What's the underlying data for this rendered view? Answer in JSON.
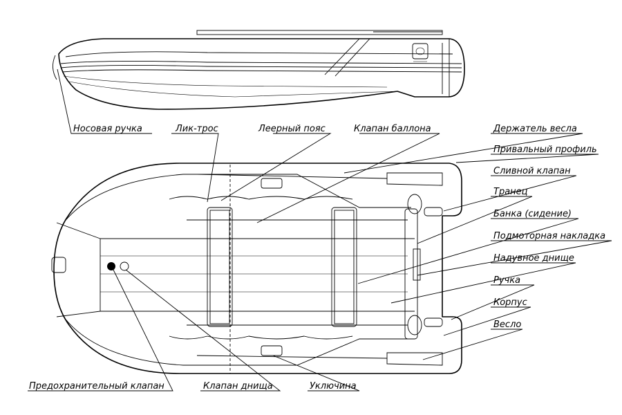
{
  "labels": {
    "nose_handle": "Носовая ручка",
    "bolt_rope": "Лик-трос",
    "lifeline_belt": "Леерный пояс",
    "tube_valve": "Клапан баллона",
    "oar_holder": "Держатель весла",
    "rub_strake": "Привальный профиль",
    "drain_valve": "Сливной клапан",
    "transom": "Транец",
    "bench_seat": "Банка (сидение)",
    "motor_pad": "Подмоторная накладка",
    "inflatable_floor": "Надувное днище",
    "handle": "Ручка",
    "hull": "Корпус",
    "oar": "Весло",
    "safety_valve": "Предохранительный клапан",
    "floor_valve": "Клапан днища",
    "oarlock": "Уключина"
  }
}
